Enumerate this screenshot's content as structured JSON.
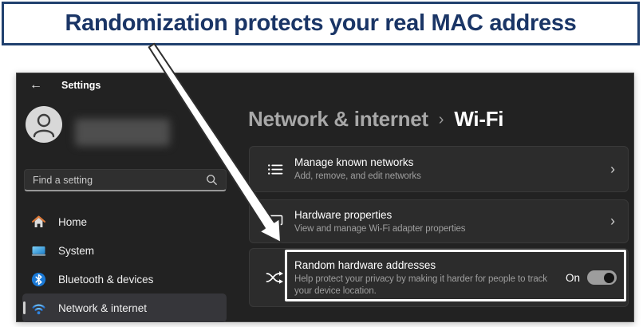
{
  "banner": {
    "text": "Randomization protects your real MAC address"
  },
  "window": {
    "titlebar": {
      "back_glyph": "←",
      "title": "Settings"
    },
    "sidebar": {
      "search": {
        "placeholder": "Find a setting"
      },
      "items": [
        {
          "label": "Home",
          "icon": "home-icon",
          "selected": false
        },
        {
          "label": "System",
          "icon": "system-icon",
          "selected": false
        },
        {
          "label": "Bluetooth & devices",
          "icon": "bluetooth-icon",
          "selected": false
        },
        {
          "label": "Network & internet",
          "icon": "wifi-icon",
          "selected": true
        }
      ]
    },
    "main": {
      "breadcrumb": {
        "parent": "Network & internet",
        "separator": "›",
        "current": "Wi-Fi"
      },
      "cards": [
        {
          "title": "Manage known networks",
          "subtitle": "Add, remove, and edit networks",
          "icon": "known-networks-list-icon",
          "chevron": "›"
        },
        {
          "title": "Hardware properties",
          "subtitle": "View and manage Wi-Fi adapter properties",
          "icon": "hardware-properties-icon",
          "chevron": "›"
        },
        {
          "title": "Random hardware addresses",
          "subtitle": "Help protect your privacy by making it harder for people to track your device location.",
          "icon": "shuffle-icon",
          "toggle_label": "On",
          "toggle_on": true
        }
      ]
    }
  },
  "colors": {
    "banner_text": "#1a3566",
    "banner_border": "#20406e",
    "window_bg": "#222222",
    "card_bg": "#2c2c2c",
    "icon_blue": "#3ba0f2",
    "home_roof_orange": "#e07b39",
    "highlight_box": "#ffffff",
    "toggle_track": "#9d9d9d",
    "toggle_knob": "#141414"
  }
}
